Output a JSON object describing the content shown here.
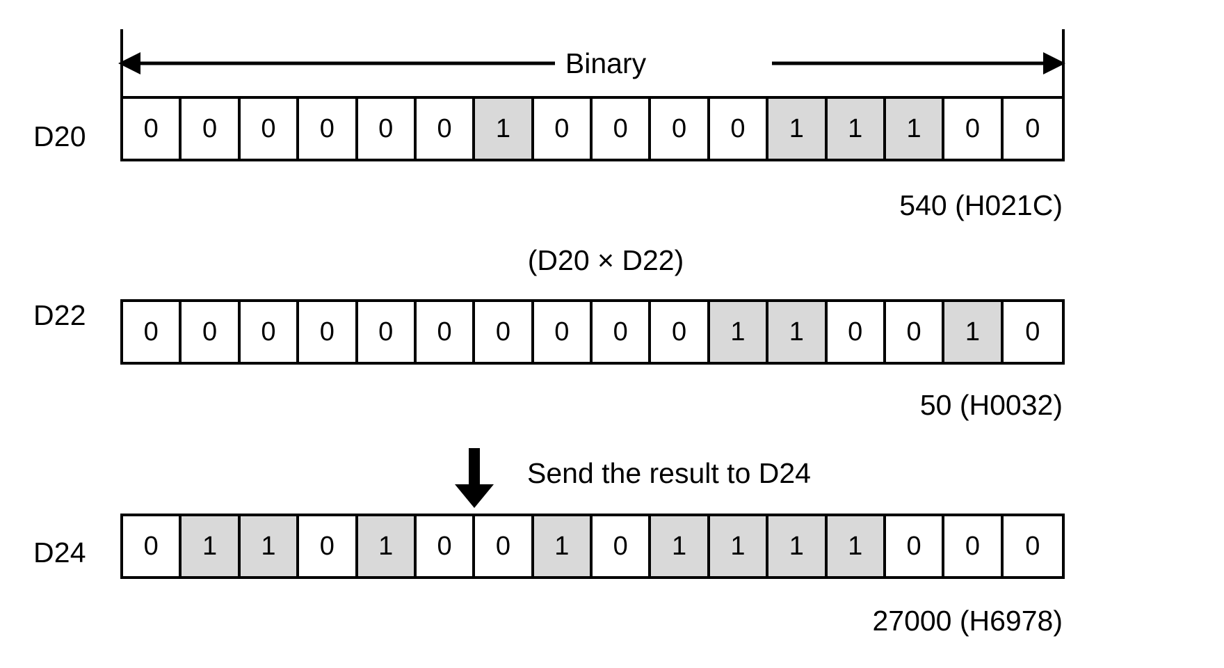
{
  "diagram": {
    "title_binary": "Binary",
    "operation_caption": "(D20 × D22)",
    "send_caption": "Send the result to D24",
    "arrow_left_icon": "arrow-left-icon",
    "arrow_right_icon": "arrow-right-icon",
    "arrow_down_icon": "arrow-down-icon",
    "colors": {
      "bit_on_fill": "#d9d9d9",
      "bit_off_fill": "#ffffff",
      "stroke": "#000000",
      "background": "#ffffff"
    },
    "registers": [
      {
        "label": "D20",
        "bits": [
          "0",
          "0",
          "0",
          "0",
          "0",
          "0",
          "1",
          "0",
          "0",
          "0",
          "0",
          "1",
          "1",
          "1",
          "0",
          "0"
        ],
        "value_caption": "540 (H021C)",
        "decimal": 540,
        "hex": "H021C"
      },
      {
        "label": "D22",
        "bits": [
          "0",
          "0",
          "0",
          "0",
          "0",
          "0",
          "0",
          "0",
          "0",
          "0",
          "1",
          "1",
          "0",
          "0",
          "1",
          "0"
        ],
        "value_caption": "50 (H0032)",
        "decimal": 50,
        "hex": "H0032"
      },
      {
        "label": "D24",
        "bits": [
          "0",
          "1",
          "1",
          "0",
          "1",
          "0",
          "0",
          "1",
          "0",
          "1",
          "1",
          "1",
          "1",
          "0",
          "0",
          "0"
        ],
        "value_caption": "27000 (H6978)",
        "decimal": 27000,
        "hex": "H6978"
      }
    ]
  }
}
